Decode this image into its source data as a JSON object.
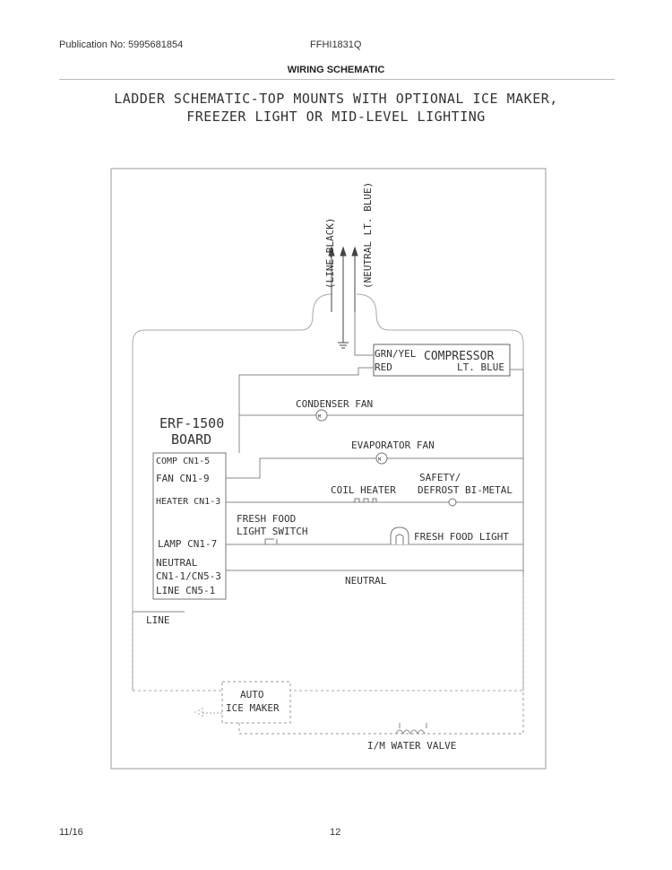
{
  "header": {
    "publication": "Publication No: 5995681854",
    "model": "FFHI1831Q",
    "section": "WIRING SCHEMATIC"
  },
  "title": {
    "line1": "LADDER SCHEMATIC-TOP MOUNTS WITH OPTIONAL ICE MAKER,",
    "line2": "FREEZER LIGHT OR MID-LEVEL LIGHTING"
  },
  "schematic": {
    "cord": {
      "line": "(LINE-BLACK)",
      "neutral": "(NEUTRAL LT. BLUE)"
    },
    "compressor": {
      "title": "COMPRESSOR",
      "grn_yel": "GRN/YEL",
      "red": "RED",
      "lt_blue": "LT. BLUE"
    },
    "condenser_fan": "CONDENSER FAN",
    "evaporator_fan": "EVAPORATOR FAN",
    "board": {
      "name1": "ERF-1500",
      "name2": "BOARD",
      "comp": "COMP CN1-5",
      "fan": "FAN CN1-9",
      "heater": "HEATER CN1-3",
      "lamp": "LAMP CN1-7",
      "neutral1": "NEUTRAL",
      "neutral2": "CN1-1/CN5-3",
      "line": "LINE CN5-1"
    },
    "coil_heater": "COIL HEATER",
    "safety1": "SAFETY/",
    "safety2": "DEFROST BI-METAL",
    "ff_switch1": "FRESH FOOD",
    "ff_switch2": "LIGHT SWITCH",
    "ff_light": "FRESH FOOD LIGHT",
    "neutral": "NEUTRAL",
    "line": "LINE",
    "ice_maker1": "AUTO",
    "ice_maker2": "ICE MAKER",
    "water_valve": "I/M WATER VALVE"
  },
  "footer": {
    "date": "11/16",
    "page": "12"
  }
}
